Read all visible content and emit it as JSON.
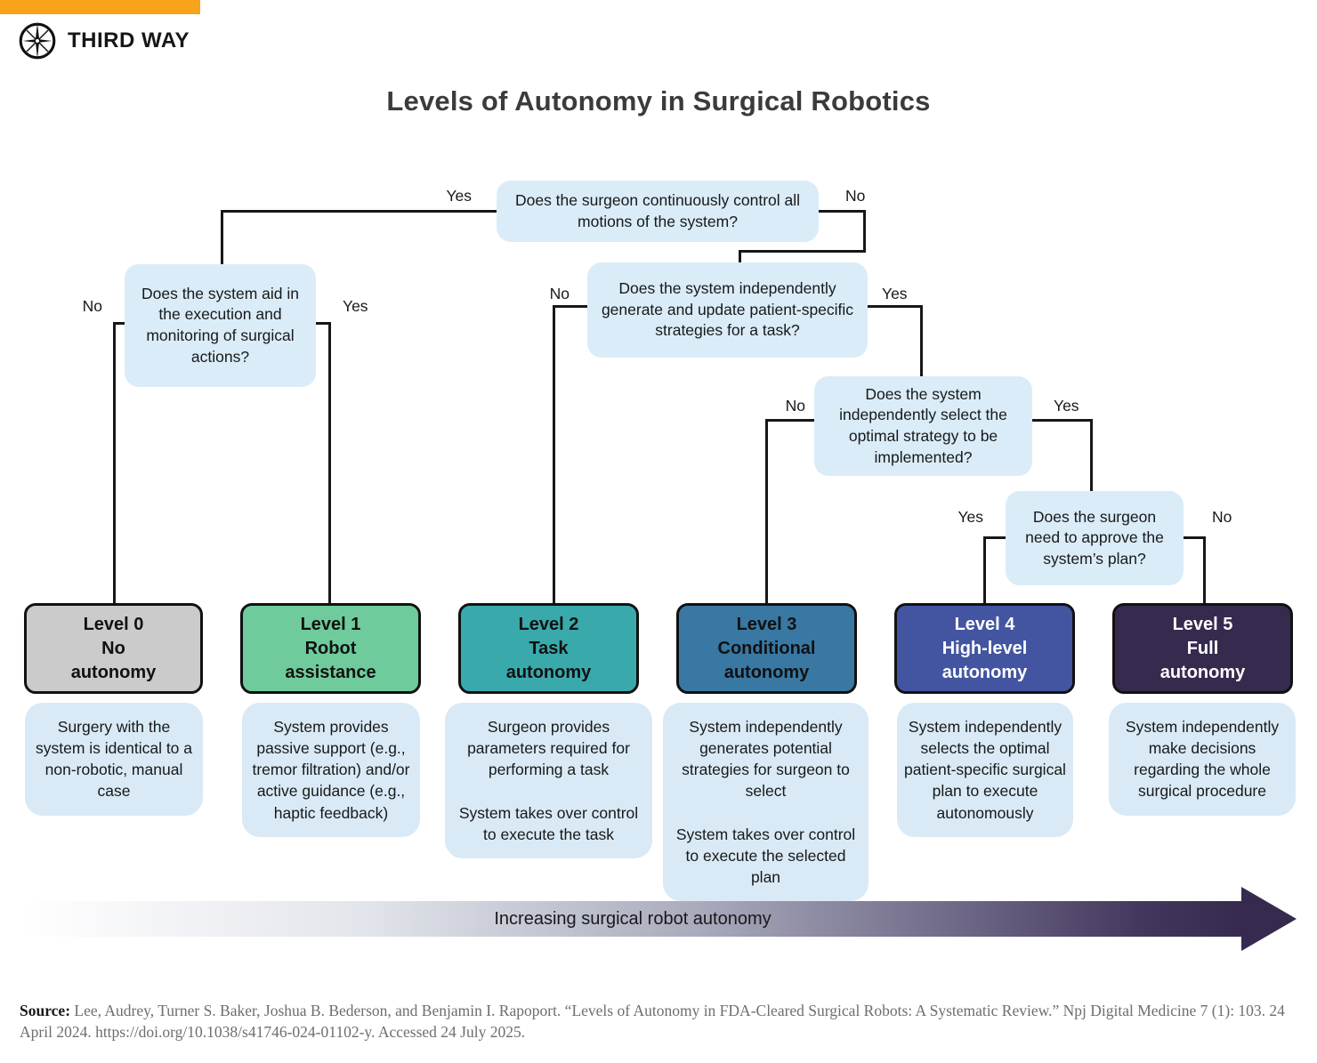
{
  "brand": {
    "name": "THIRD WAY",
    "accent_color": "#F9A21B",
    "logo_icon": "compass-star"
  },
  "title": "Levels of Autonomy in Surgical Robotics",
  "flow": {
    "q1": {
      "text": "Does the surgeon continuously control all motions of the system?",
      "left": "Yes",
      "right": "No"
    },
    "q2": {
      "text": "Does the system aid in the execution and monitoring of surgical actions?",
      "left": "No",
      "right": "Yes"
    },
    "q3": {
      "text": "Does the system independently generate and update patient-specific strategies for a task?",
      "left": "No",
      "right": "Yes"
    },
    "q4": {
      "text": "Does the system independently select the optimal strategy to be implemented?",
      "left": "No",
      "right": "Yes"
    },
    "q5": {
      "text": "Does the surgeon need to approve the system’s plan?",
      "left": "Yes",
      "right": "No"
    }
  },
  "levels": [
    {
      "heading": "Level 0\nNo\nautonomy",
      "color": "#CBCBCB",
      "text_color": "#111111",
      "description": "Surgery with the system is identical to a non-robotic, manual case"
    },
    {
      "heading": "Level 1\nRobot\nassistance",
      "color": "#6FCB9B",
      "text_color": "#111111",
      "description": "System provides passive support (e.g., tremor filtration) and/or active guidance (e.g., haptic feedback)"
    },
    {
      "heading": "Level 2\nTask\nautonomy",
      "color": "#39A9AC",
      "text_color": "#111111",
      "description": "Surgeon provides parameters required for performing a task\n\nSystem takes over control to execute the task"
    },
    {
      "heading": "Level 3\nConditional\nautonomy",
      "color": "#3878A3",
      "text_color": "#111111",
      "description": "System independently generates potential strategies for surgeon to select\n\nSystem takes over control to execute the selected plan"
    },
    {
      "heading": "Level 4\nHigh-level\nautonomy",
      "color": "#4355A0",
      "text_color": "#FFFFFF",
      "description": "System independently selects the optimal patient-specific surgical plan to execute autonomously"
    },
    {
      "heading": "Level 5\nFull\nautonomy",
      "color": "#362A4E",
      "text_color": "#FFFFFF",
      "description": "System independently make decisions regarding the whole surgical procedure"
    }
  ],
  "arrow": {
    "label": "Increasing surgical robot autonomy",
    "end_color": "#362A4E"
  },
  "source": {
    "label": "Source:",
    "text": "Lee, Audrey, Turner S. Baker, Joshua B. Bederson, and Benjamin I. Rapoport. “Levels of Autonomy in FDA-Cleared Surgical Robots: A Systematic Review.” Npj Digital Medicine 7 (1): 103. 24 April 2024. https://doi.org/10.1038/s41746-024-01102-y. Accessed 24 July 2025."
  }
}
